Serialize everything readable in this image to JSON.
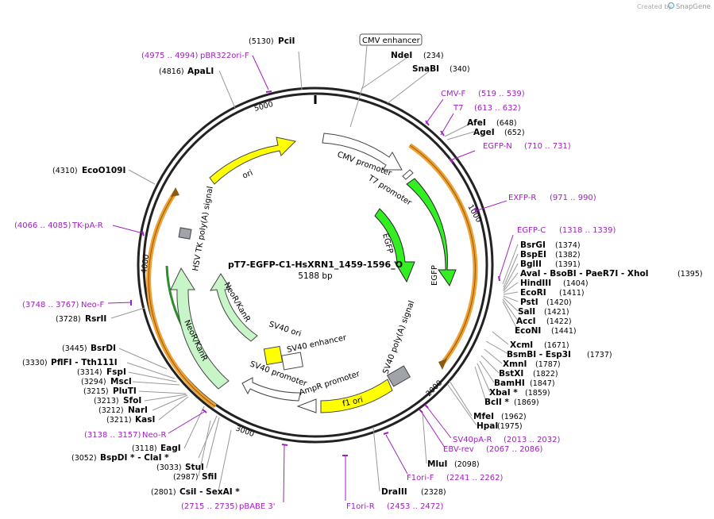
{
  "header": {
    "created_by": "Created by",
    "brand": "SnapGene"
  },
  "plasmid": {
    "name": "pT7-EGFP-C1-HsXRN1_1459-1596_O",
    "size": "5188 bp"
  },
  "ticks": [
    "1000",
    "2000",
    "3000",
    "4000",
    "5000"
  ],
  "enzymes": [
    {
      "name": "PciI",
      "pos": "(5130)"
    },
    {
      "name": "NdeI",
      "pos": "(234)"
    },
    {
      "name": "SnaBI",
      "pos": "(340)"
    },
    {
      "name": "AfeI",
      "pos": "(648)"
    },
    {
      "name": "AgeI",
      "pos": "(652)"
    },
    {
      "name": "BsrGI",
      "pos": "(1374)"
    },
    {
      "name": "BspEI",
      "pos": "(1382)"
    },
    {
      "name": "BglII",
      "pos": "(1391)"
    },
    {
      "name": "AvaI  - BsoBI  - PaeR7I  - XhoI",
      "pos": "(1395)"
    },
    {
      "name": "HindIII",
      "pos": "(1404)"
    },
    {
      "name": "EcoRI",
      "pos": "(1411)"
    },
    {
      "name": "PstI",
      "pos": "(1420)"
    },
    {
      "name": "SalI",
      "pos": "(1421)"
    },
    {
      "name": "AccI",
      "pos": "(1422)"
    },
    {
      "name": "EcoNI",
      "pos": "(1441)"
    },
    {
      "name": "XcmI",
      "pos": "(1671)"
    },
    {
      "name": "BsmBI  - Esp3I",
      "pos": "(1737)"
    },
    {
      "name": "XmnI",
      "pos": "(1787)"
    },
    {
      "name": "BstXI",
      "pos": "(1822)"
    },
    {
      "name": "BamHI",
      "pos": "(1847)"
    },
    {
      "name": "XbaI *",
      "pos": "(1859)"
    },
    {
      "name": "BclI *",
      "pos": "(1869)"
    },
    {
      "name": "MfeI",
      "pos": "(1962)"
    },
    {
      "name": "HpaI",
      "pos": "(1975)"
    },
    {
      "name": "MluI",
      "pos": "(2098)"
    },
    {
      "name": "DraIII",
      "pos": "(2328)"
    },
    {
      "name": "CsiI  - SexAI *",
      "pos": "(2801)"
    },
    {
      "name": "SfiI",
      "pos": "(2987)"
    },
    {
      "name": "StuI",
      "pos": "(3033)"
    },
    {
      "name": "BspDI *  - ClaI *",
      "pos": "(3052)"
    },
    {
      "name": "EagI",
      "pos": "(3118)"
    },
    {
      "name": "KasI",
      "pos": "(3211)"
    },
    {
      "name": "NarI",
      "pos": "(3212)"
    },
    {
      "name": "SfoI",
      "pos": "(3213)"
    },
    {
      "name": "PluTI",
      "pos": "(3215)"
    },
    {
      "name": "MscI",
      "pos": "(3294)"
    },
    {
      "name": "FspI",
      "pos": "(3314)"
    },
    {
      "name": "PflFI  - Tth111I",
      "pos": "(3330)"
    },
    {
      "name": "BsrDI",
      "pos": "(3445)"
    },
    {
      "name": "RsrII",
      "pos": "(3728)"
    },
    {
      "name": "EcoO109I",
      "pos": "(4310)"
    },
    {
      "name": "ApaLI",
      "pos": "(4816)"
    }
  ],
  "primers": [
    {
      "name": "pBR322ori-F",
      "range": "(4975 .. 4994)"
    },
    {
      "name": "CMV-F",
      "range": "(519 .. 539)"
    },
    {
      "name": "T7",
      "range": "(613 .. 632)"
    },
    {
      "name": "EGFP-N",
      "range": "(710 .. 731)"
    },
    {
      "name": "EXFP-R",
      "range": "(971 .. 990)"
    },
    {
      "name": "EGFP-C",
      "range": "(1318 .. 1339)"
    },
    {
      "name": "SV40pA-R",
      "range": "(2013 .. 2032)"
    },
    {
      "name": "EBV-rev",
      "range": "(2067 .. 2086)"
    },
    {
      "name": "F1ori-F",
      "range": "(2241 .. 2262)"
    },
    {
      "name": "F1ori-R",
      "range": "(2453 .. 2472)"
    },
    {
      "name": "pBABE 3'",
      "range": "(2715 .. 2735)"
    },
    {
      "name": "Neo-R",
      "range": "(3138 .. 3157)"
    },
    {
      "name": "Neo-F",
      "range": "(3748 .. 3767)"
    },
    {
      "name": "TK-pA-R",
      "range": "(4066 .. 4085)"
    }
  ],
  "features": {
    "cmv_enhancer": "CMV enhancer",
    "cmv_promoter": "CMV promoter",
    "t7_promoter": "T7 promoter",
    "egfp_inner": "EGFP",
    "egfp_outer": "EGFP",
    "sv40_polya": "SV40 poly(A) signal",
    "f1_ori": "f1 ori",
    "ampr_promoter": "AmpR promoter",
    "sv40_promoter": "SV40 promoter",
    "sv40_enhancer": "SV40 enhancer",
    "sv40_ori": "SV40 ori",
    "neor_inner": "NeoR/KanR",
    "neor_outer": "NeoR/KanR",
    "hsv_tk": "HSV TK poly(A) signal",
    "ori": "ori"
  },
  "colors": {
    "primer": "#a020c0",
    "egfp": "#33ee22",
    "ori_yellow": "#ffff00",
    "neo_green": "#c8f5c8",
    "orange_feature": "#f0a030",
    "grey_signal": "#a0a4a8"
  }
}
